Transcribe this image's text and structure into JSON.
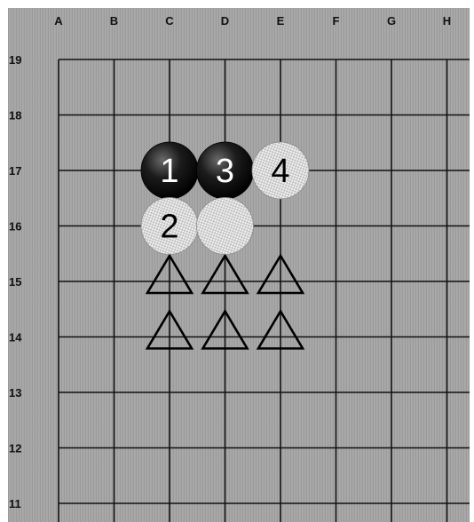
{
  "board": {
    "columns": [
      "A",
      "B",
      "C",
      "D",
      "E",
      "F",
      "G",
      "H"
    ],
    "rows": [
      "19",
      "18",
      "17",
      "16",
      "15",
      "14",
      "13",
      "12",
      "11"
    ],
    "background_color": "#a6a6a6",
    "line_color": "#111111"
  },
  "stones": [
    {
      "color": "black",
      "col": "C",
      "row": "17",
      "label": "1"
    },
    {
      "color": "white",
      "col": "C",
      "row": "16",
      "label": "2"
    },
    {
      "color": "black",
      "col": "D",
      "row": "17",
      "label": "3"
    },
    {
      "color": "white",
      "col": "E",
      "row": "17",
      "label": "4"
    },
    {
      "color": "white",
      "col": "D",
      "row": "16",
      "label": ""
    }
  ],
  "markers": [
    {
      "shape": "triangle",
      "col": "C",
      "row": "15"
    },
    {
      "shape": "triangle",
      "col": "D",
      "row": "15"
    },
    {
      "shape": "triangle",
      "col": "E",
      "row": "15"
    },
    {
      "shape": "triangle",
      "col": "C",
      "row": "14"
    },
    {
      "shape": "triangle",
      "col": "D",
      "row": "14"
    },
    {
      "shape": "triangle",
      "col": "E",
      "row": "14"
    }
  ]
}
